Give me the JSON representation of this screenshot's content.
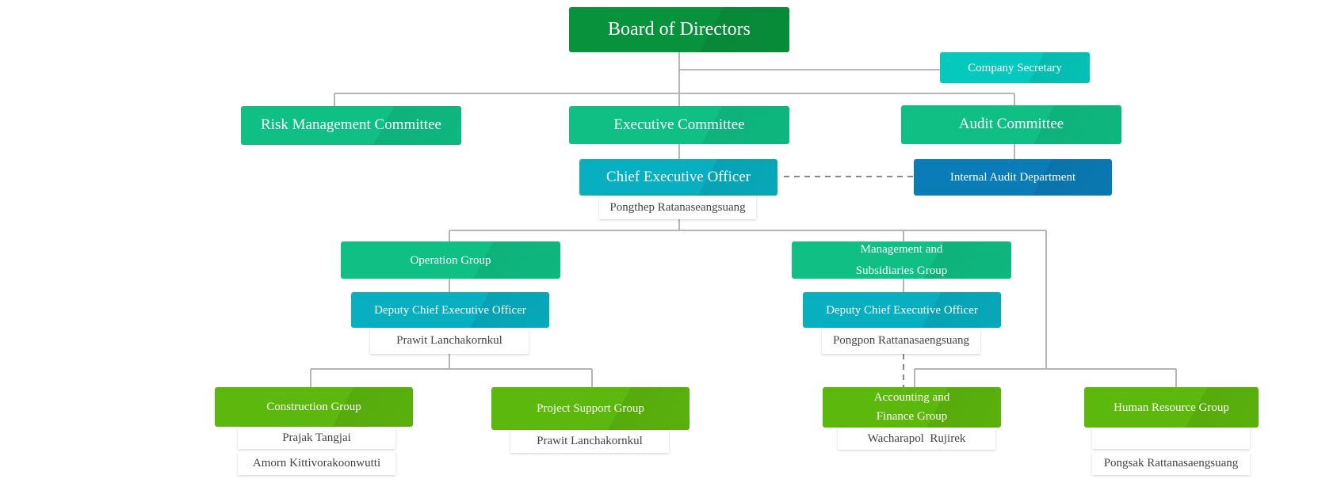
{
  "org_chart": {
    "board": "Board of Directors",
    "company_secretary": "Company Secretary",
    "risk_management_committee": "Risk Management Committee",
    "executive_committee": "Executive Committee",
    "audit_committee": "Audit Committee",
    "ceo": {
      "title": "Chief Executive Officer",
      "name": "Pongthep Ratanaseangsuang"
    },
    "internal_audit": "Internal Audit Department",
    "operation_group": {
      "title": "Operation Group",
      "deputy": {
        "title": "Deputy Chief Executive Officer",
        "name": "Prawit Lanchakornkul"
      },
      "construction_group": {
        "title": "Construction Group",
        "names": [
          "Prajak Tangjai",
          "Amorn Kittivorakoonwutti"
        ]
      },
      "project_support_group": {
        "title": "Project Support Group",
        "name": "Prawit Lanchakornkul"
      }
    },
    "management_group": {
      "title_line1": "Management and",
      "title_line2": "Subsidiaries Group",
      "deputy": {
        "title": "Deputy Chief Executive Officer",
        "name": "Pongpon Rattanasaengsuang"
      },
      "accounting_group": {
        "title_line1": "Accounting and",
        "title_line2": "Finance Group",
        "name": "Wacharapol  Rujirek"
      },
      "hr_group": {
        "title": "Human Resource Group",
        "name": "Pongsak Rattanasaengsuang"
      }
    }
  },
  "colors": {
    "board": "#08923c",
    "committee": "#0fbf84",
    "secretary": "#05c9bd",
    "executive": "#07afc1",
    "internal_audit": "#0a7db8",
    "group": "#5db80d",
    "connector": "#b5b5b5"
  }
}
